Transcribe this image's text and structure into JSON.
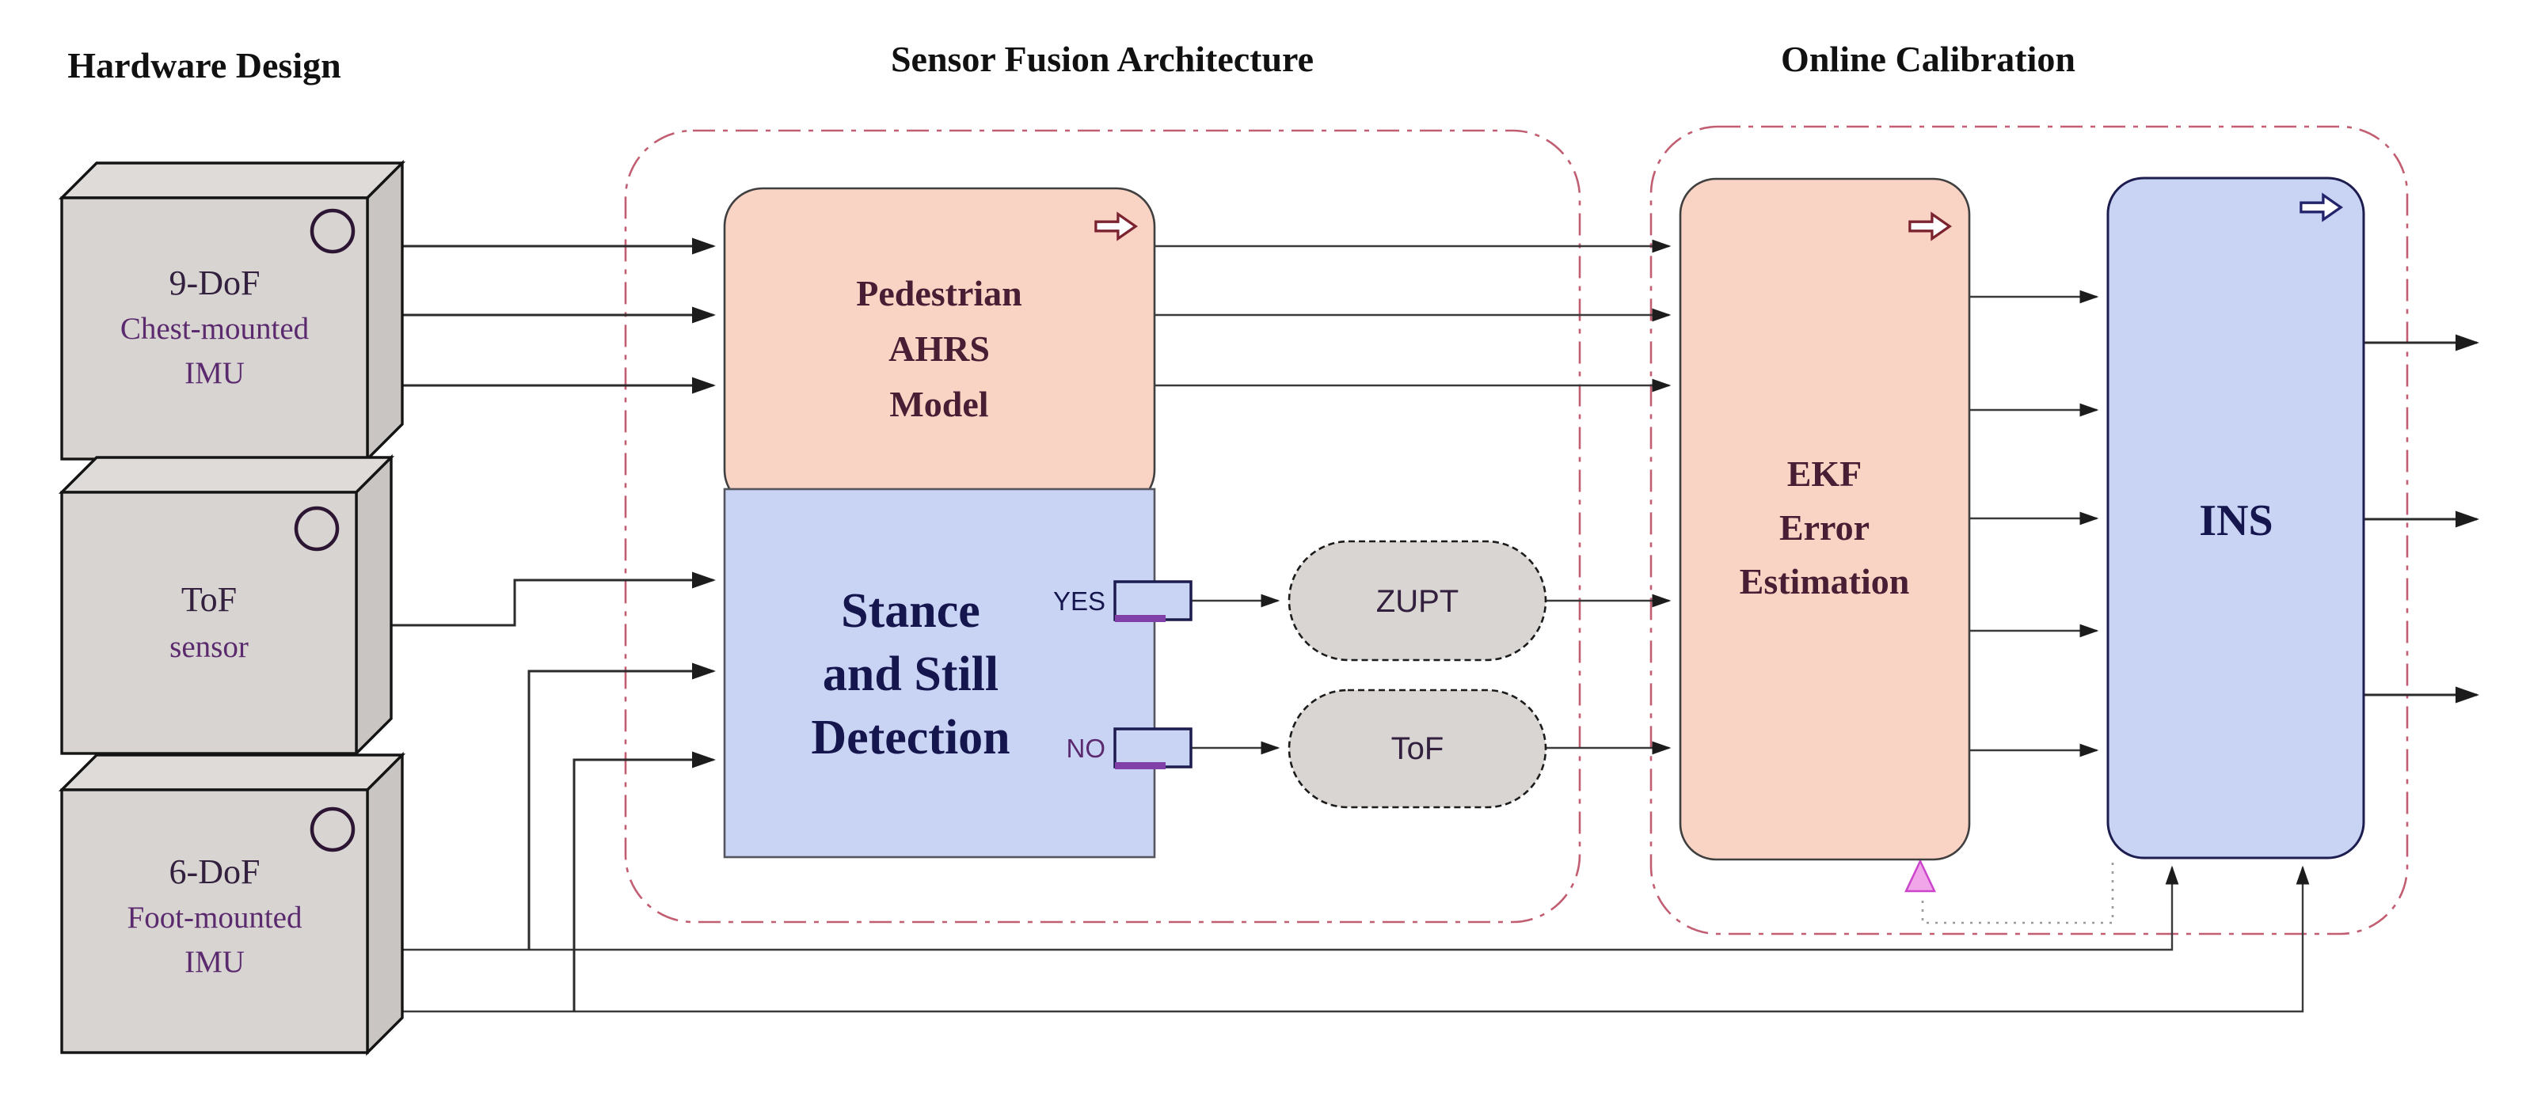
{
  "titles": {
    "hardware": "Hardware Design",
    "fusion": "Sensor Fusion Architecture",
    "calibration": "Online Calibration"
  },
  "hardware_boxes": [
    {
      "line1": "9-DoF",
      "line2": "Chest-mounted",
      "line3": "IMU"
    },
    {
      "line1": "ToF",
      "line2": "sensor"
    },
    {
      "line1": "6-DoF",
      "line2": "Foot-mounted",
      "line3": "IMU"
    }
  ],
  "fusion": {
    "ahrs": {
      "line1": "Pedestrian",
      "line2": "AHRS",
      "line3": "Model"
    },
    "stance": {
      "line1": "Stance",
      "line2": "and Still",
      "line3": "Detection",
      "yes_label": "YES",
      "no_label": "NO"
    },
    "zupt_label": "ZUPT",
    "tof_label": "ToF"
  },
  "calibration": {
    "ekf": {
      "line1": "EKF",
      "line2": "Error",
      "line3": "Estimation"
    },
    "ins_label": "INS"
  },
  "colors": {
    "box_front": "#d7d4d1",
    "box_top": "#dedbd8",
    "box_side": "#c8c5c2",
    "salmon": "#f9d3c3",
    "periwinkle": "#c9d4f5",
    "capsule_gray": "#d8d5d2",
    "container_dash": "#c25e72",
    "triangle_pink": "#f0a6e8",
    "yesno_fill": "#c9d4f5",
    "text_purple": "#5b2a6e",
    "text_dark_purple": "#32203e",
    "text_maroon": "#471e33",
    "text_navy": "#16164e",
    "glyph_maroon": "#7c2330",
    "glyph_navy": "#23236b"
  }
}
